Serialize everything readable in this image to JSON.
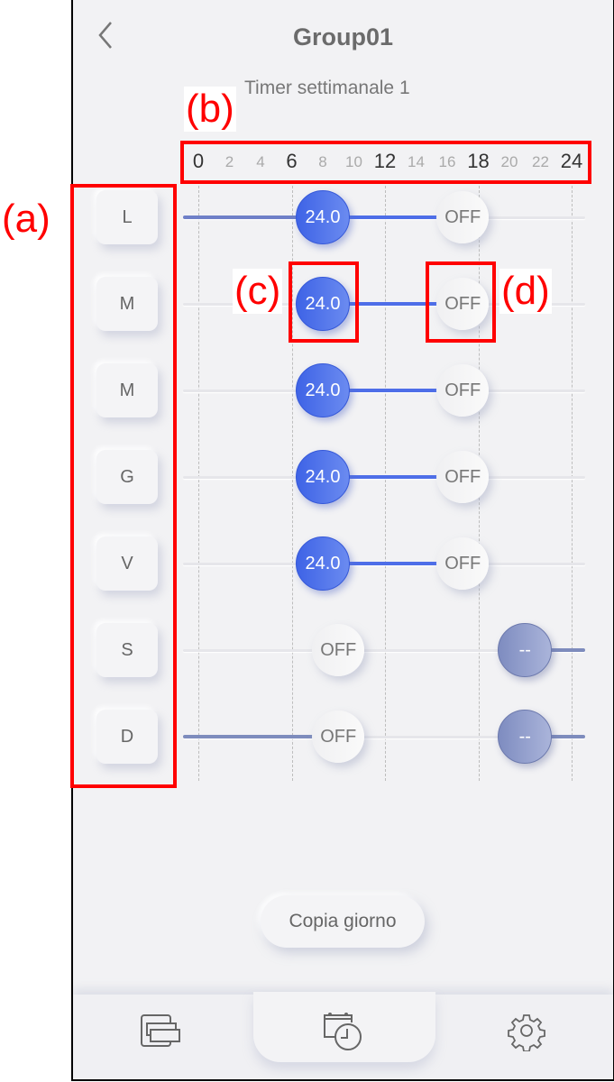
{
  "header": {
    "title": "Group01",
    "subtitle": "Timer settimanale 1",
    "back_icon": "chevron-left-icon"
  },
  "timeline": {
    "hours": [
      "0",
      "2",
      "4",
      "6",
      "8",
      "10",
      "12",
      "14",
      "16",
      "18",
      "20",
      "22",
      "24"
    ],
    "major": [
      "0",
      "6",
      "12",
      "18",
      "24"
    ]
  },
  "days": [
    {
      "label": "L",
      "events": [
        {
          "hour": 8,
          "type": "on",
          "text": "24.0"
        },
        {
          "hour": 17,
          "type": "off",
          "text": "OFF"
        }
      ],
      "lead": "blue"
    },
    {
      "label": "M",
      "events": [
        {
          "hour": 8,
          "type": "on",
          "text": "24.0"
        },
        {
          "hour": 17,
          "type": "off",
          "text": "OFF"
        }
      ],
      "lead": "none"
    },
    {
      "label": "M",
      "events": [
        {
          "hour": 8,
          "type": "on",
          "text": "24.0"
        },
        {
          "hour": 17,
          "type": "off",
          "text": "OFF"
        }
      ],
      "lead": "none"
    },
    {
      "label": "G",
      "events": [
        {
          "hour": 8,
          "type": "on",
          "text": "24.0"
        },
        {
          "hour": 17,
          "type": "off",
          "text": "OFF"
        }
      ],
      "lead": "none"
    },
    {
      "label": "V",
      "events": [
        {
          "hour": 8,
          "type": "on",
          "text": "24.0"
        },
        {
          "hour": 17,
          "type": "off",
          "text": "OFF"
        }
      ],
      "lead": "none"
    },
    {
      "label": "S",
      "events": [
        {
          "hour": 9,
          "type": "off",
          "text": "OFF"
        },
        {
          "hour": 21,
          "type": "unset",
          "text": "--"
        }
      ],
      "lead": "none"
    },
    {
      "label": "D",
      "events": [
        {
          "hour": 9,
          "type": "off",
          "text": "OFF"
        },
        {
          "hour": 21,
          "type": "unset",
          "text": "--"
        }
      ],
      "lead": "grey"
    }
  ],
  "copy_button": "Copia giorno",
  "nav": [
    {
      "icon": "devices-icon"
    },
    {
      "icon": "calendar-clock-icon",
      "active": true
    },
    {
      "icon": "gear-icon"
    }
  ],
  "annotations": {
    "a": "(a)",
    "b": "(b)",
    "c": "(c)",
    "d": "(d)"
  },
  "colors": {
    "accent": "#4e6ee8",
    "annotation": "#ff0000",
    "background": "#f2f2f4"
  }
}
